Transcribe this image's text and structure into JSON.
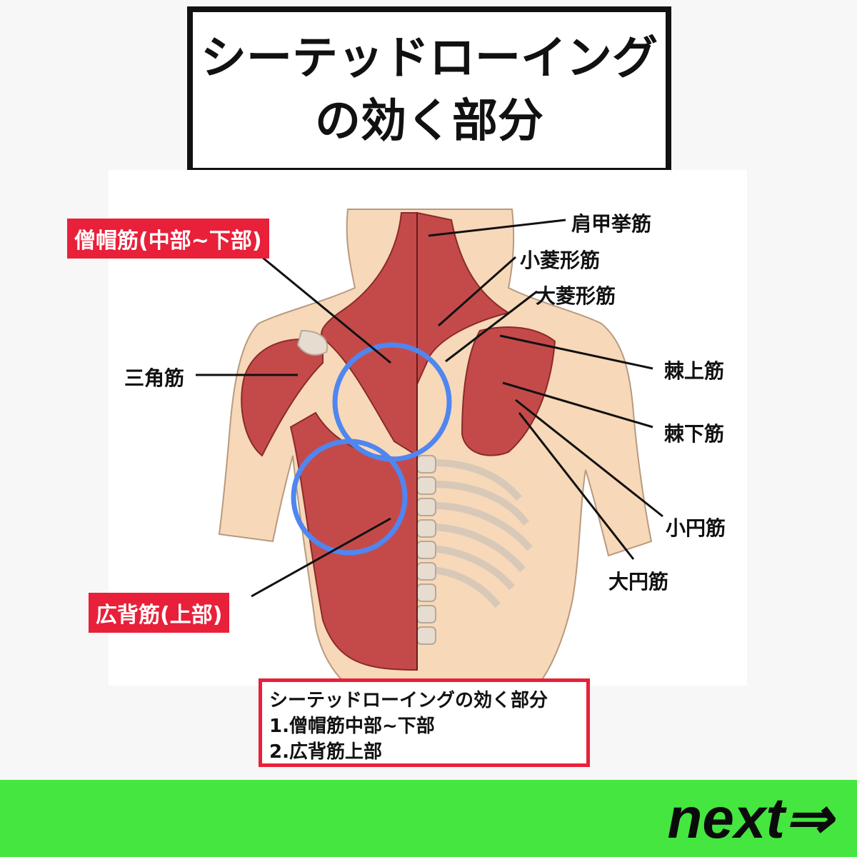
{
  "title": {
    "line1": "シーテッドローイング",
    "line2": "の効く部分"
  },
  "labels": {
    "trapezius": "僧帽筋(中部~下部)",
    "latissimus": "広背筋(上部)",
    "deltoid": "三角筋",
    "levator_scapulae": "肩甲挙筋",
    "rhomboid_minor": "小菱形筋",
    "rhomboid_major": "大菱形筋",
    "supraspinatus": "棘上筋",
    "infraspinatus": "棘下筋",
    "teres_minor": "小円筋",
    "teres_major": "大円筋"
  },
  "summary": {
    "heading": "シーテッドローイングの効く部分",
    "item1": "1.僧帽筋中部~下部",
    "item2": "2.広背筋上部"
  },
  "footer": {
    "next_label": "next⇒"
  },
  "colors": {
    "accent_red": "#e8203a",
    "footer_green": "#44e63f",
    "highlight_circle": "#4f86f0",
    "muscle": "#c44a4a",
    "skin": "#f7d8b8"
  }
}
